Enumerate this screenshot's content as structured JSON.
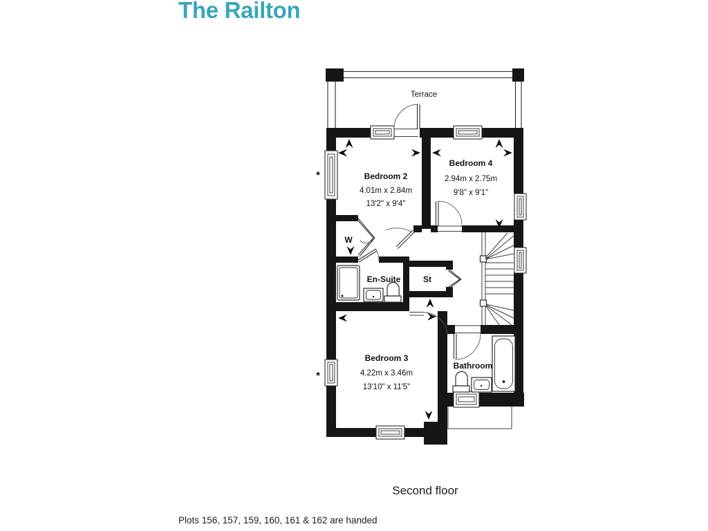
{
  "page": {
    "title": "The Railton",
    "floor_label": "Second floor",
    "footnote": "Plots 156, 157, 159, 160, 161 & 162 are handed",
    "accent_color": "#38a6b9"
  },
  "rooms": {
    "terrace": {
      "name": "Terrace"
    },
    "bedroom2": {
      "name": "Bedroom 2",
      "metric": "4.01m x 2.84m",
      "imperial": "13'2\" x 9'4\""
    },
    "bedroom4": {
      "name": "Bedroom 4",
      "metric": "2.94m x 2.75m",
      "imperial": "9'8\" x 9'1\""
    },
    "bedroom3": {
      "name": "Bedroom 3",
      "metric": "4.22m x 3.46m",
      "imperial": "13'10\" x 11'5\""
    },
    "wardrobe": {
      "name": "W"
    },
    "ensuite": {
      "name": "En-Suite"
    },
    "store": {
      "name": "St"
    },
    "bathroom": {
      "name": "Bathroom"
    }
  },
  "markers": {
    "escape_window": "*"
  }
}
